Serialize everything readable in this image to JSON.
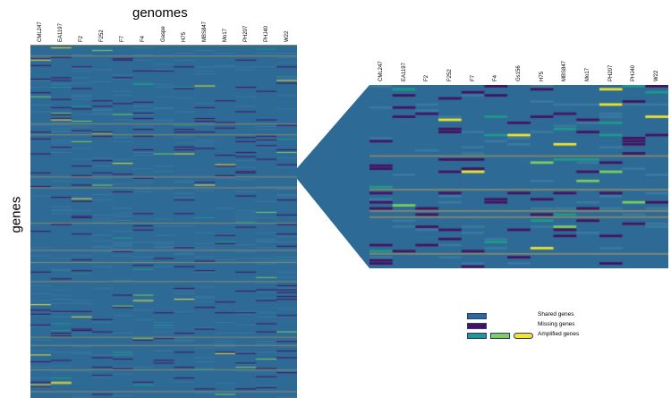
{
  "chart_data": {
    "type": "heatmap",
    "title": "genomes",
    "ylabel": "genes",
    "genomes": [
      "CML247",
      "EA1197",
      "F2",
      "F252",
      "F7",
      "F4",
      "Gaspe",
      "H75",
      "MBS847",
      "Mo17",
      "PH207",
      "PHJ40",
      "W22"
    ],
    "zoom_genomes": [
      "CML247",
      "EA1197",
      "F2",
      "F252",
      "F7",
      "F4",
      "Gs156",
      "H75",
      "MBS847",
      "Mo17",
      "PH207",
      "PHJ40",
      "W22"
    ],
    "legend": [
      {
        "label": "Shared genes",
        "colors": [
          "#2d6a96"
        ]
      },
      {
        "label": "Missing genes",
        "colors": [
          "#46125e"
        ]
      },
      {
        "label": "Amplified genes",
        "colors": [
          "#1f9a8a",
          "#7dcf5a",
          "#f2e52a"
        ]
      }
    ],
    "colors": {
      "shared": "#2d6a96",
      "missing": "#46125e",
      "amp1": "#1f9a8a",
      "amp2": "#7dcf5a",
      "amp3": "#f2e52a",
      "line": "#8a8a6a"
    }
  }
}
